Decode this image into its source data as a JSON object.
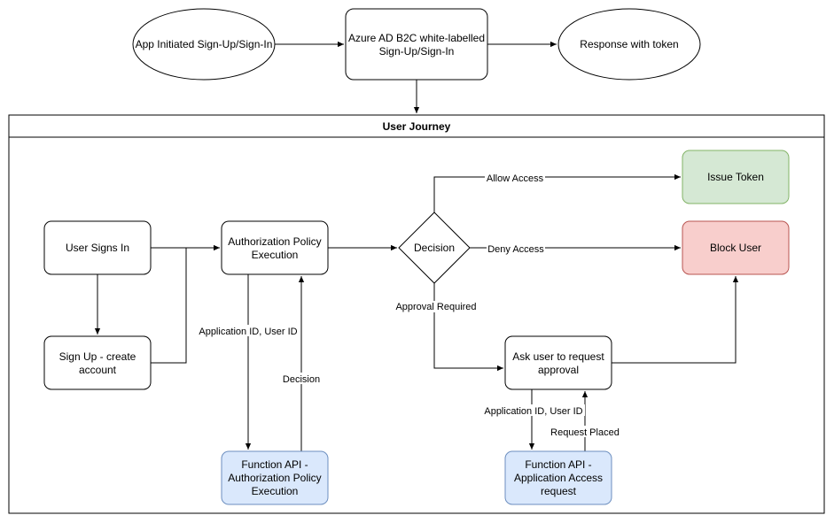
{
  "nodes": {
    "app_initiated": {
      "lines": [
        "App Initiated Sign-Up/Sign-In"
      ]
    },
    "azure_b2c": {
      "lines": [
        "Azure AD B2C white-labelled",
        "Sign-Up/Sign-In"
      ]
    },
    "response_token": {
      "lines": [
        "Response with token"
      ]
    },
    "user_signs_in": {
      "lines": [
        "User Signs In"
      ]
    },
    "sign_up": {
      "lines": [
        "Sign Up - create",
        "account"
      ]
    },
    "auth_policy": {
      "lines": [
        "Authorization Policy",
        "Execution"
      ]
    },
    "decision": {
      "lines": [
        "Decision"
      ]
    },
    "issue_token": {
      "lines": [
        "Issue Token"
      ]
    },
    "block_user": {
      "lines": [
        "Block User"
      ]
    },
    "ask_approval": {
      "lines": [
        "Ask user to request",
        "approval"
      ]
    },
    "func_auth": {
      "lines": [
        "Function API -",
        "Authorization Policy",
        "Execution"
      ]
    },
    "func_access": {
      "lines": [
        "Function API -",
        "Application Access",
        "request"
      ]
    }
  },
  "container": {
    "title": "User Journey"
  },
  "edge_labels": {
    "allow_access": "Allow Access",
    "deny_access": "Deny Access",
    "approval_required": "Approval Required",
    "app_id_user_id_1": "Application ID, User ID",
    "decision_return": "Decision",
    "app_id_user_id_2": "Application ID, User ID",
    "request_placed": "Request Placed"
  },
  "colors": {
    "green_fill": "#d5e8d4",
    "green_stroke": "#82b366",
    "red_fill": "#f8cecc",
    "red_stroke": "#b85450",
    "blue_fill": "#dae8fc",
    "blue_stroke": "#6c8ebf"
  }
}
